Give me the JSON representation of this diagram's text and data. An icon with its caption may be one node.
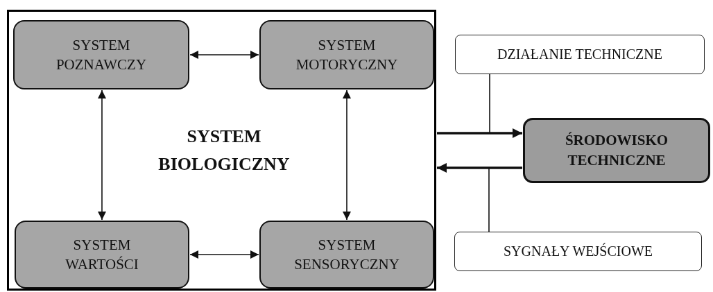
{
  "diagram": {
    "nodes": [
      {
        "text": [
          "SYSTEM BIOLOGICZNY"
        ]
      },
      {
        "text": [
          "SYSTEM POZNAWCZY"
        ],
        "in": 0
      },
      {
        "text": [
          "SYSTEM MOTORYCZNY"
        ],
        "in": 0
      },
      {
        "text": [
          "SYSTEM WARTOŚCI"
        ],
        "in": 0
      },
      {
        "text": [
          "SYSTEM SENSORYCZNY"
        ],
        "in": 0
      },
      {
        "text": [
          "DZIAŁANIE TECHNICZNE"
        ]
      },
      {
        "text": [
          "ŚRODOWISKO TECHNICZNE"
        ]
      },
      {
        "text": [
          "SYGNAŁY WEJŚCIOWE"
        ]
      }
    ],
    "edges": [
      {
        "from": 1,
        "to": 2,
        "arrow": "both"
      },
      {
        "from": 1,
        "to": 3,
        "arrow": "both"
      },
      {
        "from": 2,
        "to": 4,
        "arrow": "both"
      },
      {
        "from": 3,
        "to": 4,
        "arrow": "both"
      },
      {
        "from": 0,
        "to": 6,
        "arrow": "to",
        "style": "thick"
      },
      {
        "from": 6,
        "to": 0,
        "arrow": "to",
        "style": "thick"
      },
      {
        "from": 5,
        "to": null,
        "arrow": "none"
      },
      {
        "from": 7,
        "to": null,
        "arrow": "none"
      }
    ]
  }
}
